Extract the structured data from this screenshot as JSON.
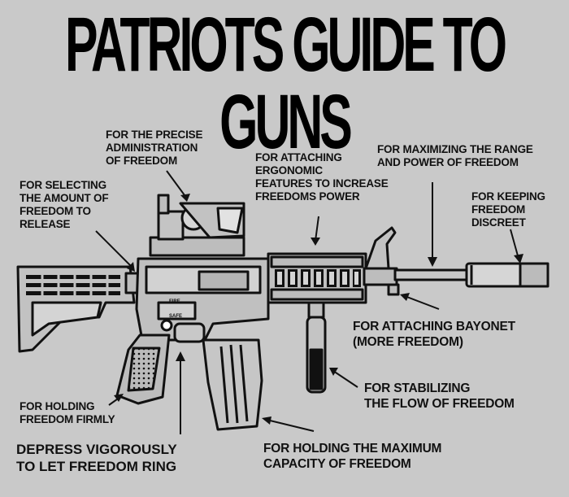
{
  "title": "PATRIOTS GUIDE TO GUNS",
  "labels": {
    "sight": "FOR THE PRECISE\nADMINISTRATION\nOF FREEDOM",
    "rails": "FOR ATTACHING\nERGONOMIC\nFEATURES TO INCREASE\nFREEDOMS POWER",
    "barrel": "FOR MAXIMIZING THE RANGE\nAND POWER OF FREEDOM",
    "selector": "FOR SELECTING\nTHE AMOUNT OF\nFREEDOM TO\nRELEASE",
    "suppressor": "FOR KEEPING\nFREEDOM\nDISCREET",
    "bayonet": "FOR ATTACHING BAYONET\n(MORE FREEDOM)",
    "foregrip": "FOR STABILIZING\nTHE FLOW OF FREEDOM",
    "grip": "FOR HOLDING\nFREEDOM FIRMLY",
    "trigger": "DEPRESS VIGOROUSLY\nTO LET FREEDOM RING",
    "magazine": "FOR HOLDING THE MAXIMUM\nCAPACITY OF FREEDOM"
  },
  "receiver_markings": {
    "fire": "FIRE",
    "safe": "SAFE"
  },
  "colors": {
    "background": "#c9c9c9",
    "ink": "#111111",
    "gun_fill": "#bdbdbd",
    "gun_light": "#d8d8d8"
  }
}
